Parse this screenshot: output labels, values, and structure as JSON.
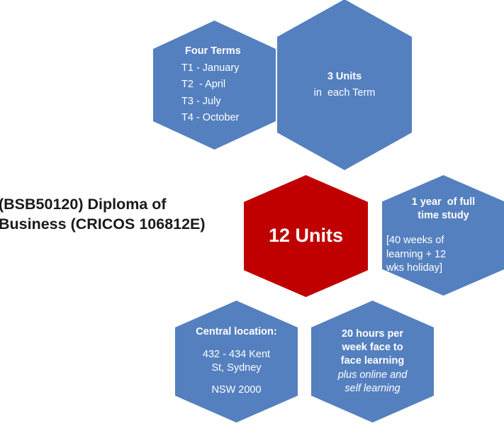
{
  "colors": {
    "hex_blue": "#5580bf",
    "hex_red": "#c00000",
    "background": "#ffffff",
    "title_text": "#1a1a1a",
    "hex_text": "#ffffff"
  },
  "course": {
    "title_line1": "(BSB50120) Diploma of",
    "title_line2": "Business (CRICOS 106812E)"
  },
  "hexagons": {
    "terms": {
      "heading": "Four Terms",
      "items": [
        "T1 - January",
        "T2  - April",
        "T3 - July",
        "T4 - October"
      ]
    },
    "units_per_term": {
      "heading": "3 Units",
      "subtext": "in  each Term"
    },
    "total_units": {
      "label": "12 Units"
    },
    "duration": {
      "heading_line1": "1 year  of full",
      "heading_line2": "time study",
      "detail_line1": "[40 weeks of",
      "detail_line2": "learning + 12",
      "detail_line3": "wks holiday]"
    },
    "location": {
      "heading": "Central location:",
      "address_line1": "432 - 434 Kent",
      "address_line2": "St, Sydney",
      "address_line3": "NSW 2000"
    },
    "contact_hours": {
      "heading_line1": "20 hours per",
      "heading_line2": "week face to",
      "heading_line3": "face learning",
      "note_line1": "plus online and",
      "note_line2": "self learning"
    }
  }
}
